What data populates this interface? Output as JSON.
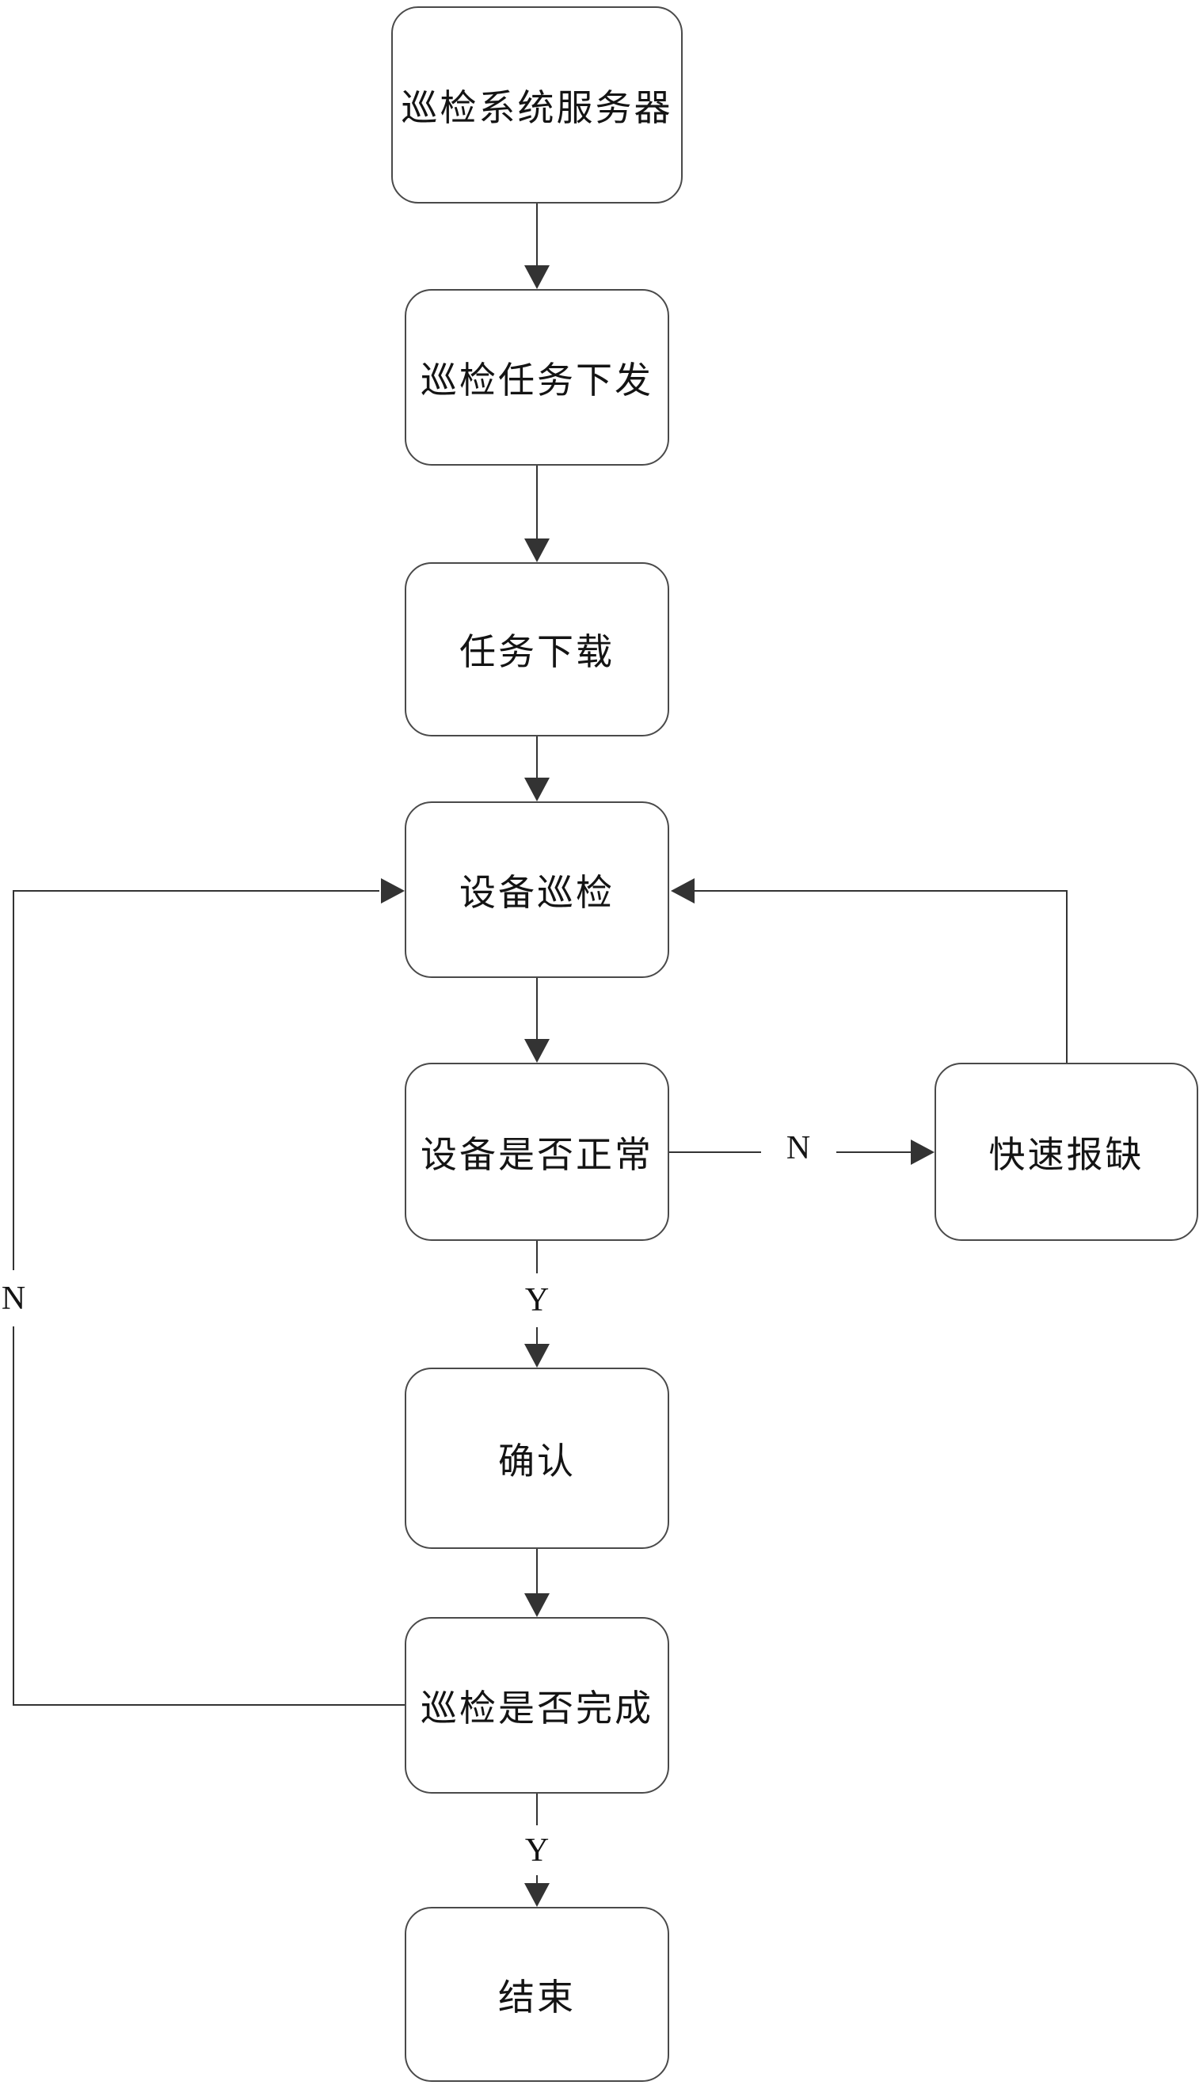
{
  "diagram": {
    "title": "",
    "nodes": [
      {
        "id": "server",
        "label": "巡检系统服务器"
      },
      {
        "id": "dispatch",
        "label": "巡检任务下发"
      },
      {
        "id": "download",
        "label": "任务下载"
      },
      {
        "id": "inspect",
        "label": "设备巡检"
      },
      {
        "id": "check_normal",
        "label": "设备是否正常"
      },
      {
        "id": "report",
        "label": "快速报缺"
      },
      {
        "id": "confirm",
        "label": "确认"
      },
      {
        "id": "check_done",
        "label": "巡检是否完成"
      },
      {
        "id": "end",
        "label": "结束"
      }
    ],
    "edges": [
      {
        "from": "server",
        "to": "dispatch",
        "label": ""
      },
      {
        "from": "dispatch",
        "to": "download",
        "label": ""
      },
      {
        "from": "download",
        "to": "inspect",
        "label": ""
      },
      {
        "from": "inspect",
        "to": "check_normal",
        "label": ""
      },
      {
        "from": "check_normal",
        "to": "report",
        "label": "N"
      },
      {
        "from": "check_normal",
        "to": "confirm",
        "label": "Y"
      },
      {
        "from": "confirm",
        "to": "check_done",
        "label": ""
      },
      {
        "from": "check_done",
        "to": "inspect",
        "label": "N"
      },
      {
        "from": "check_done",
        "to": "end",
        "label": "Y"
      },
      {
        "from": "report",
        "to": "inspect",
        "label": ""
      }
    ],
    "colors": {
      "line": "#333333",
      "box_border": "#4a4a4a",
      "box_fill": "#ffffff",
      "text": "#141414",
      "background": "#ffffff"
    }
  }
}
